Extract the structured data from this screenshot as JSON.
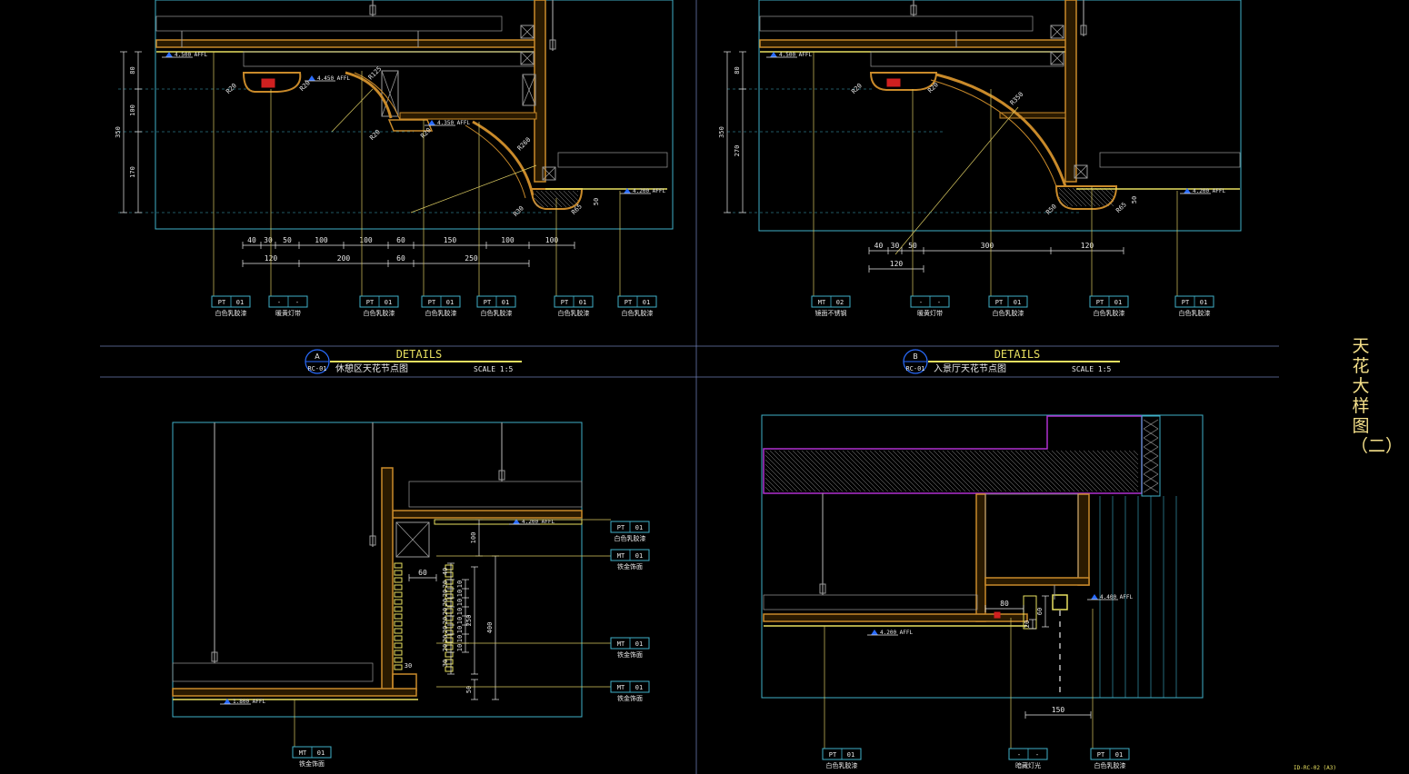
{
  "colors": {
    "background": "#000000",
    "frame": "#3fb0c8",
    "yellow": "#e8e060",
    "orange": "#c98a2a",
    "dim": "#d8c860",
    "grey": "#9a9a9a",
    "red": "#d02020",
    "magenta": "#b030d0",
    "blue": "#2a6cff",
    "white": "#e8e8e8",
    "divider": "#6a7ab0"
  },
  "sheet": {
    "title": "天花大样图（二）",
    "number": "ID-RC-02 (A3)"
  },
  "panel_a": {
    "levels": [
      "4.500 AFFL",
      "4.450 AFFL",
      "4.350 AFFL",
      "4.200 AFFL"
    ],
    "vdims": [
      "80",
      "350",
      "100",
      "170"
    ],
    "radii": [
      "R20",
      "R20",
      "R125",
      "R20",
      "R20",
      "R260",
      "R30",
      "R65"
    ],
    "side_dim": "50",
    "dim_row1": [
      "40",
      "30",
      "50",
      "100",
      "100",
      "60",
      "150",
      "100",
      "100"
    ],
    "dim_row2": [
      "120",
      "200",
      "60",
      "250"
    ],
    "tags": [
      {
        "code": "PT",
        "num": "01",
        "desc": "白色乳胶漆"
      },
      {
        "code": "-",
        "num": "-",
        "desc": "暖黄灯带"
      },
      {
        "code": "PT",
        "num": "01",
        "desc": "白色乳胶漆"
      },
      {
        "code": "PT",
        "num": "01",
        "desc": "白色乳胶漆"
      },
      {
        "code": "PT",
        "num": "01",
        "desc": "白色乳胶漆"
      },
      {
        "code": "PT",
        "num": "01",
        "desc": "白色乳胶漆"
      },
      {
        "code": "PT",
        "num": "01",
        "desc": "白色乳胶漆"
      }
    ],
    "title": {
      "letter": "A",
      "ref": "RC-01",
      "heading": "DETAILS",
      "name": "休憩区天花节点图",
      "scale": "SCALE 1:5"
    }
  },
  "panel_b": {
    "levels": [
      "4.500 AFFL",
      "4.200 AFFL"
    ],
    "vdims": [
      "80",
      "350",
      "270"
    ],
    "radii": [
      "R20",
      "R20",
      "R350",
      "R50",
      "R65"
    ],
    "side_dim": "50",
    "dim_row1": [
      "40",
      "30",
      "50",
      "300",
      "120"
    ],
    "dim_row2": [
      "120"
    ],
    "tags": [
      {
        "code": "MT",
        "num": "02",
        "desc": "镜面不锈钢"
      },
      {
        "code": "-",
        "num": "-",
        "desc": "暖黄灯带"
      },
      {
        "code": "PT",
        "num": "01",
        "desc": "白色乳胶漆"
      },
      {
        "code": "PT",
        "num": "01",
        "desc": "白色乳胶漆"
      },
      {
        "code": "PT",
        "num": "01",
        "desc": "白色乳胶漆"
      }
    ],
    "title": {
      "letter": "B",
      "ref": "RC-01",
      "heading": "DETAILS",
      "name": "入景厅天花节点图",
      "scale": "SCALE 1:5"
    }
  },
  "panel_c": {
    "levels": [
      "4.200 AFFL",
      "1.800 AFFL"
    ],
    "dims_top": [
      "100",
      "60"
    ],
    "dims_stack": [
      "40",
      "20",
      "20",
      "20",
      "20",
      "20",
      "20",
      "20",
      "20",
      "30"
    ],
    "dims_stack2": [
      "10",
      "10",
      "10",
      "10",
      "10",
      "10",
      "10",
      "10"
    ],
    "dims_big": [
      "250",
      "400",
      "50"
    ],
    "dim_30": "30",
    "tags_right": [
      {
        "code": "PT",
        "num": "01",
        "desc": "白色乳胶漆"
      },
      {
        "code": "MT",
        "num": "01",
        "desc": "铁金饰面"
      },
      {
        "code": "MT",
        "num": "01",
        "desc": "铁金饰面"
      },
      {
        "code": "MT",
        "num": "01",
        "desc": "铁金饰面"
      }
    ],
    "tag_bottom": {
      "code": "MT",
      "num": "01",
      "desc": "铁金饰面"
    }
  },
  "panel_d": {
    "levels": [
      "4.400 AFFL",
      "4.200 AFFL"
    ],
    "dims": [
      "80",
      "60",
      "20",
      "150"
    ],
    "tags": [
      {
        "code": "PT",
        "num": "01",
        "desc": "白色乳胶漆"
      },
      {
        "code": "-",
        "num": "-",
        "desc": "暗藏灯光"
      },
      {
        "code": "PT",
        "num": "01",
        "desc": "白色乳胶漆"
      }
    ]
  }
}
